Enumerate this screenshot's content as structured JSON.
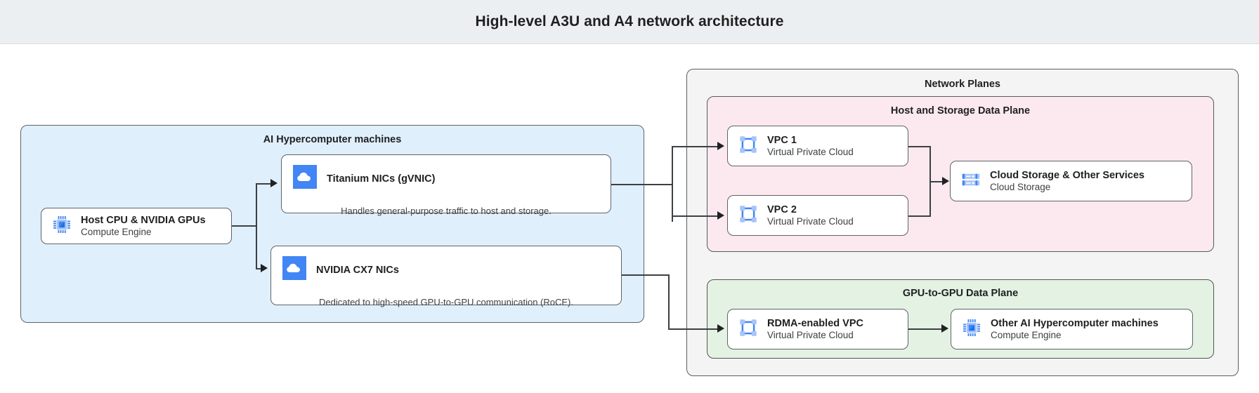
{
  "header": {
    "title": "High-level A3U and A4 network architecture"
  },
  "groups": {
    "hypercomputer": {
      "label": "AI Hypercomputer machines"
    },
    "network_planes": {
      "label": "Network Planes"
    },
    "host_storage_plane": {
      "label": "Host and Storage Data Plane"
    },
    "gpu_plane": {
      "label": "GPU-to-GPU Data Plane"
    }
  },
  "nodes": {
    "host_cpu": {
      "title": "Host CPU & NVIDIA GPUs",
      "subtitle": "Compute Engine",
      "icon": "cpu-chip-icon"
    },
    "titanium": {
      "title": "Titanium NICs (gVNIC)",
      "description": "Handles general-purpose traffic to host and storage.",
      "icon": "cloud-icon"
    },
    "cx7": {
      "title": "NVIDIA CX7 NICs",
      "description": "Dedicated to high-speed GPU-to-GPU communication (RoCE).",
      "icon": "cloud-icon"
    },
    "vpc1": {
      "title": "VPC 1",
      "subtitle": "Virtual Private Cloud",
      "icon": "vpc-icon"
    },
    "vpc2": {
      "title": "VPC 2",
      "subtitle": "Virtual Private Cloud",
      "icon": "vpc-icon"
    },
    "cloud_storage": {
      "title": "Cloud Storage & Other Services",
      "subtitle": "Cloud Storage",
      "icon": "storage-rack-icon"
    },
    "rdma_vpc": {
      "title": "RDMA-enabled VPC",
      "subtitle": "Virtual Private Cloud",
      "icon": "vpc-icon"
    },
    "other_machines": {
      "title": "Other AI Hypercomputer machines",
      "subtitle": "Compute Engine",
      "icon": "cpu-chip-icon"
    }
  },
  "colors": {
    "title_bar_bg": "#eceff1",
    "hypercomputer_bg": "#e0effc",
    "network_planes_bg": "#f4f4f4",
    "host_storage_bg": "#fce9ef",
    "gpu_plane_bg": "#e4f2e4",
    "icon_blue": "#4285f4",
    "icon_blue_light": "#a5c4fa",
    "node_border": "#5f6368",
    "connector": "#3c4043"
  }
}
